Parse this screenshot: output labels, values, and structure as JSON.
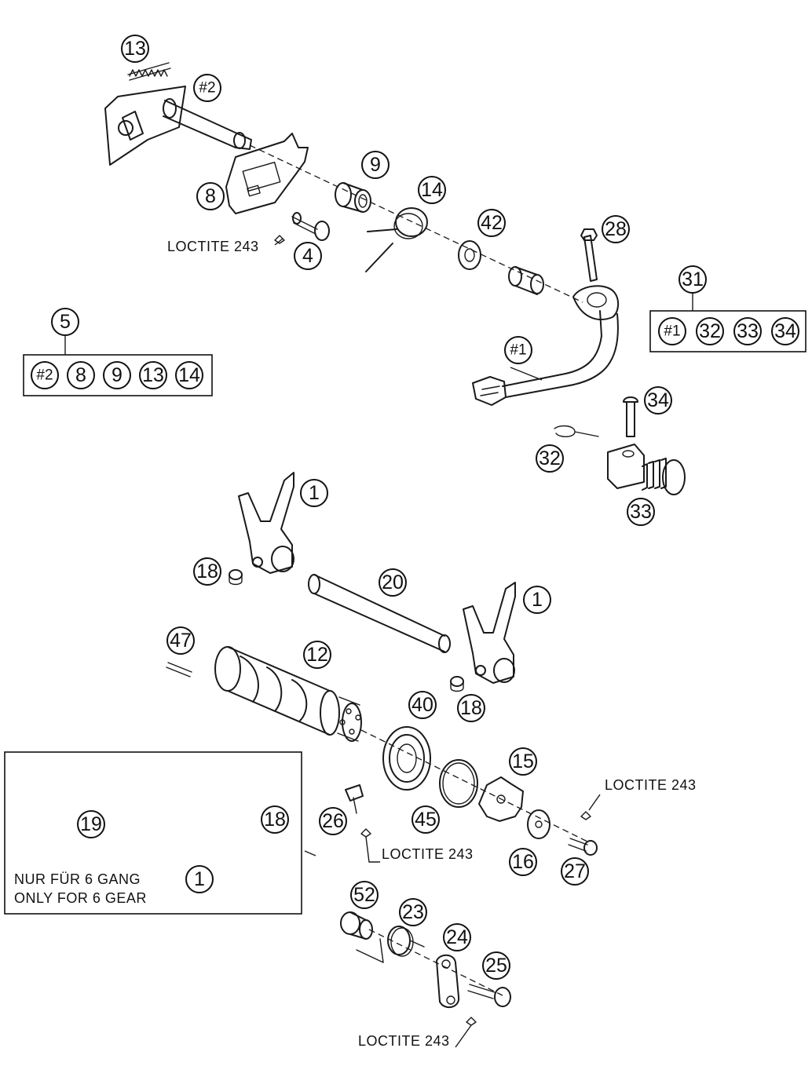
{
  "diagram": {
    "title": "",
    "callouts": {
      "c13": "13",
      "c2_top": "#2",
      "c9": "9",
      "c14": "14",
      "c8": "8",
      "c4": "4",
      "c42": "42",
      "c28": "28",
      "c31": "31",
      "c1_lever": "#1",
      "c34": "34",
      "c32": "32",
      "c33": "33",
      "c5": "5",
      "c1_fork_a": "1",
      "c18_a": "18",
      "c20": "20",
      "c1_fork_b": "1",
      "c47": "47",
      "c12": "12",
      "c40": "40",
      "c18_b": "18",
      "c15": "15",
      "c19": "19",
      "c18_c": "18",
      "c1_fork_c": "1",
      "c26": "26",
      "c45": "45",
      "c16": "16",
      "c27": "27",
      "c52": "52",
      "c23": "23",
      "c24": "24",
      "c25": "25"
    },
    "kits": {
      "kit5": [
        "#2",
        "8",
        "9",
        "13",
        "14"
      ],
      "kit31": [
        "#1",
        "32",
        "33",
        "34"
      ]
    },
    "notes": {
      "loctite_1": "LOCTITE 243",
      "loctite_2": "LOCTITE 243",
      "loctite_3": "LOCTITE 243",
      "loctite_4": "LOCTITE 243",
      "six_gear_de": "NUR FÜR 6 GANG",
      "six_gear_en": "ONLY FOR 6 GEAR"
    }
  }
}
